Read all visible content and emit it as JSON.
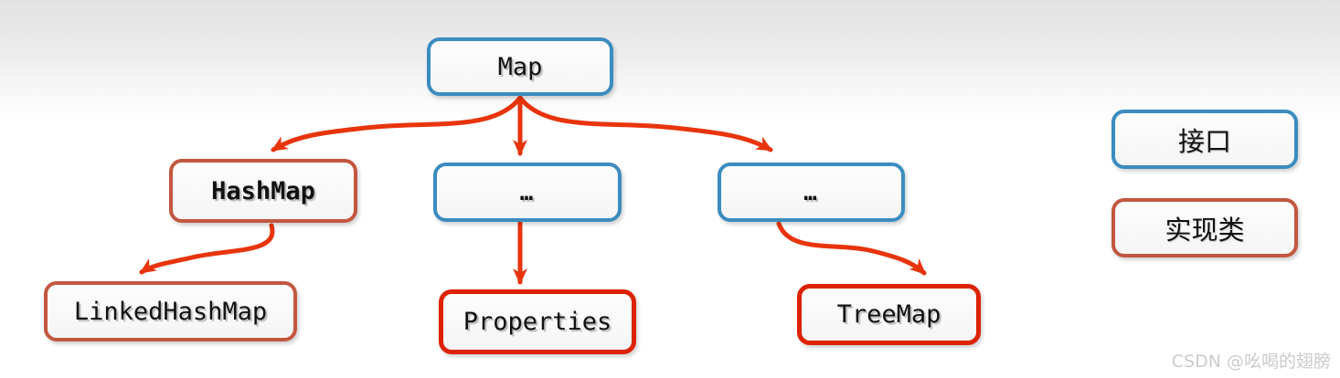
{
  "diagram": {
    "description": "Java Map interface hierarchy",
    "nodes": {
      "map": {
        "label": "Map",
        "type": "interface"
      },
      "hashmap": {
        "label": "HashMap",
        "type": "implementation"
      },
      "ellipsis_left": {
        "label": "…",
        "type": "interface"
      },
      "ellipsis_right": {
        "label": "…",
        "type": "interface"
      },
      "linkedhashmap": {
        "label": "LinkedHashMap",
        "type": "implementation"
      },
      "properties": {
        "label": "Properties",
        "type": "implementation"
      },
      "treemap": {
        "label": "TreeMap",
        "type": "implementation"
      }
    },
    "edges": [
      {
        "from": "Map",
        "to": "HashMap"
      },
      {
        "from": "Map",
        "to": "…"
      },
      {
        "from": "Map",
        "to": "…"
      },
      {
        "from": "HashMap",
        "to": "LinkedHashMap"
      },
      {
        "from": "…",
        "to": "Properties"
      },
      {
        "from": "…",
        "to": "TreeMap"
      }
    ],
    "legend": {
      "interface": {
        "label": "接口"
      },
      "implementation": {
        "label": "实现类"
      }
    }
  },
  "colors": {
    "interface_border": "#3b8cbf",
    "implementation_border": "#c2573f",
    "implementation_bright_border": "#dd2200",
    "arrow": "#e8340c"
  },
  "watermark": {
    "text": "CSDN @吆喝的翅膀"
  }
}
